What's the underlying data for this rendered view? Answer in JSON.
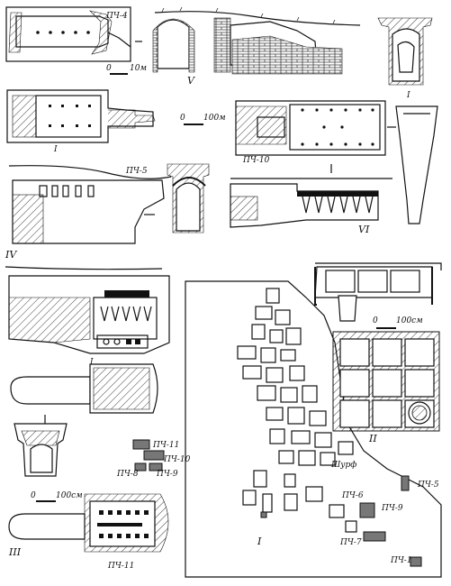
{
  "labels": {
    "pch4": "ПЧ-4",
    "pch5": "ПЧ-5",
    "pch10_top": "ПЧ-10",
    "pch11_inset": "ПЧ-11",
    "pch10_inset": "ПЧ-10",
    "pch8_inset": "ПЧ-8",
    "pch9_inset": "ПЧ-9",
    "pch11_bottom": "ПЧ-11",
    "pch6_plan": "ПЧ-6",
    "pch9_plan": "ПЧ-9",
    "pch5_plan": "ПЧ-5",
    "pch7_plan": "ПЧ-7",
    "pch1_plan": "ПЧ-1",
    "shurf": "Шурф"
  },
  "section_numerals": {
    "I": "I",
    "II": "II",
    "III": "III",
    "IV": "IV",
    "V": "V",
    "VI": "VI"
  },
  "scales": {
    "s10m": "10м",
    "s100m": "100м",
    "s100cm_a": "100см",
    "s100cm_b": "100см",
    "zero": "0"
  },
  "section_marks": {
    "I": "I"
  }
}
